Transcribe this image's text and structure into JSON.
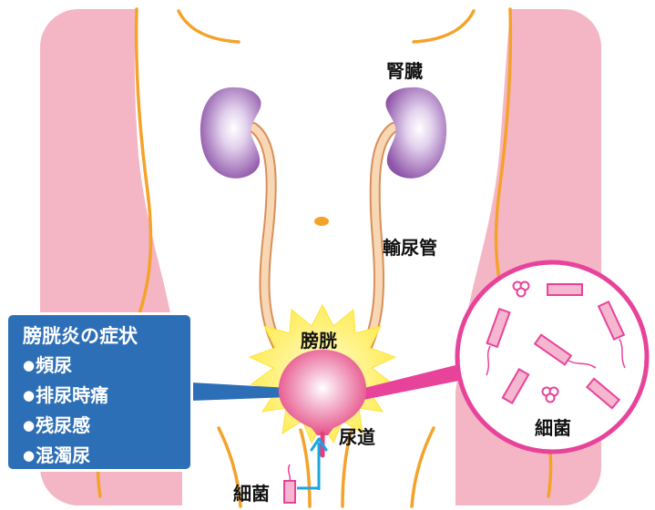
{
  "labels": {
    "kidney": "腎臓",
    "ureter": "輸尿管",
    "bladder": "膀胱",
    "urethra": "尿道",
    "bacteria_magnified": "細菌",
    "bacteria_entry": "細菌"
  },
  "symptoms": {
    "title": "膀胱炎の症状",
    "items": [
      "頻尿",
      "排尿時痛",
      "残尿感",
      "混濁尿"
    ]
  },
  "colors": {
    "skin_outer": "#f4b6c5",
    "body_outline": "#f4a22a",
    "kidney": "#8e54a8",
    "ureter": "#f3c99a",
    "bladder": "#e4407d",
    "burst": "#fff27a",
    "bacteria": "#e8439a",
    "arrow": "#1aa6e0",
    "symptom_box": "#2d6fb6"
  },
  "icons": {
    "urethra_entry_arrow": "arrow-up-icon"
  }
}
